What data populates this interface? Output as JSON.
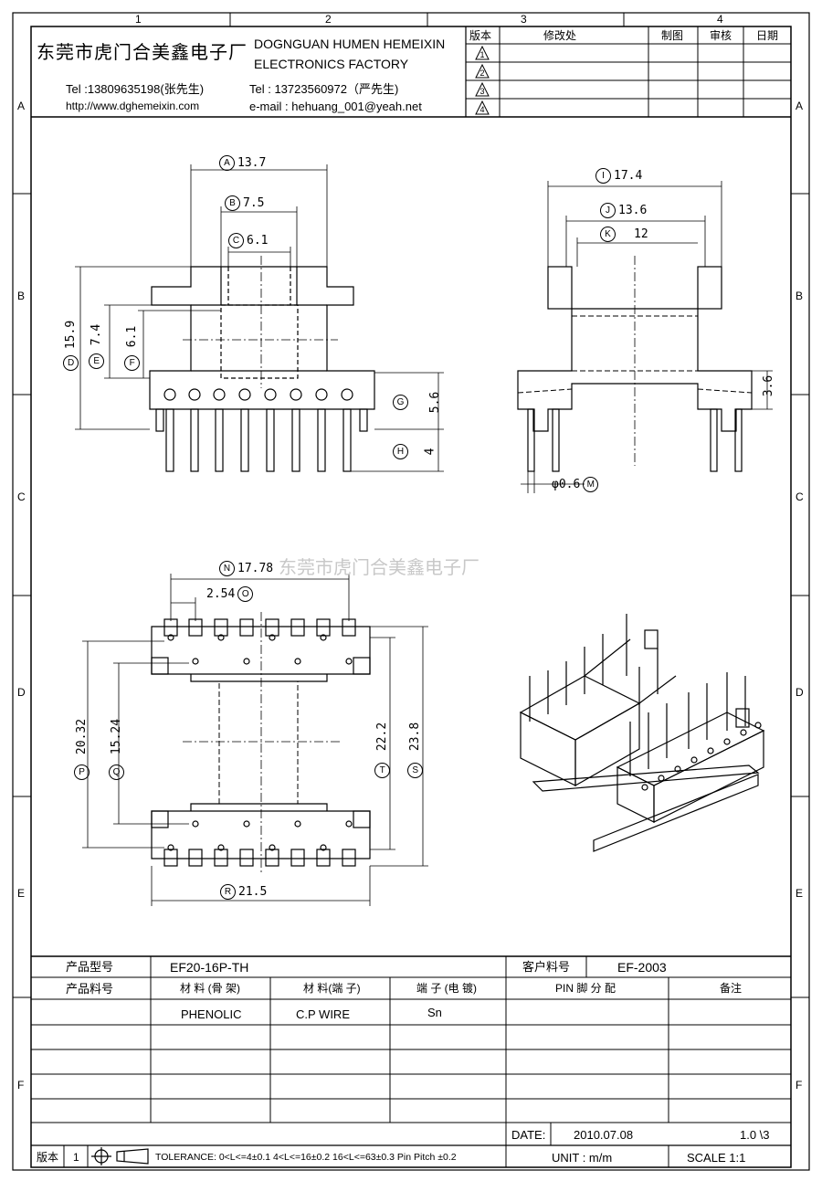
{
  "border": {
    "top_cols": [
      "1",
      "2",
      "3",
      "4"
    ],
    "side_rows": [
      "A",
      "B",
      "C",
      "D",
      "E",
      "F"
    ]
  },
  "header": {
    "company_cn": "东莞市虎门合美鑫电子厂",
    "company_en_1": "DOGNGUAN HUMEN HEMEIXIN",
    "company_en_2": "ELECTRONICS FACTORY",
    "tel_1": "Tel :13809635198(张先生)",
    "tel_2": "Tel : 13723560972（严先生)",
    "website": "http://www.dghemeixin.com",
    "email": "e-mail : hehuang_001@yeah.net"
  },
  "revision_table": {
    "headers": [
      "版本",
      "修改处",
      "制图",
      "审核",
      "日期"
    ],
    "rows": [
      "1",
      "2",
      "3",
      "4"
    ]
  },
  "drawing": {
    "watermark": "东莞市虎门合美鑫电子厂",
    "dims": {
      "A": "13.7",
      "B": "7.5",
      "C": "6.1",
      "D": "15.9",
      "E": "7.4",
      "F": "6.1",
      "G": "5.6",
      "H": "4",
      "I": "17.4",
      "J": "13.6",
      "K": "12",
      "L": "3.6",
      "M": "φ0.6",
      "N": "17.78",
      "O": "2.54",
      "P": "20.32",
      "Q": "15.24",
      "R": "21.5",
      "S": "23.8",
      "T": "22.2"
    }
  },
  "info_table": {
    "product_model_label": "产品型号",
    "product_model": "EF20-16P-TH",
    "customer_part_label": "客户料号",
    "customer_part": "EF-2003",
    "product_part_label": "产品料号",
    "col_material_bobbin": "材 料 (骨 架)",
    "col_material_pin": "材 料(端 子)",
    "col_plating": "端 子 (电 镀)",
    "col_pin_assign": "PIN 脚 分 配",
    "col_remark": "备注",
    "material_bobbin": "PHENOLIC",
    "material_pin": "C.P WIRE",
    "plating": "Sn"
  },
  "footer": {
    "version_label": "版本",
    "version": "1",
    "tolerance": "TOLERANCE:  0<L<=4±0.1  4<L<=16±0.2  16<L<=63±0.3  Pin Pitch  ±0.2",
    "date_label": "DATE:",
    "date": "2010.07.08",
    "unit": "UNIT : m/m",
    "scale": "SCALE   1:1",
    "sheet": "1.0 \\3"
  }
}
